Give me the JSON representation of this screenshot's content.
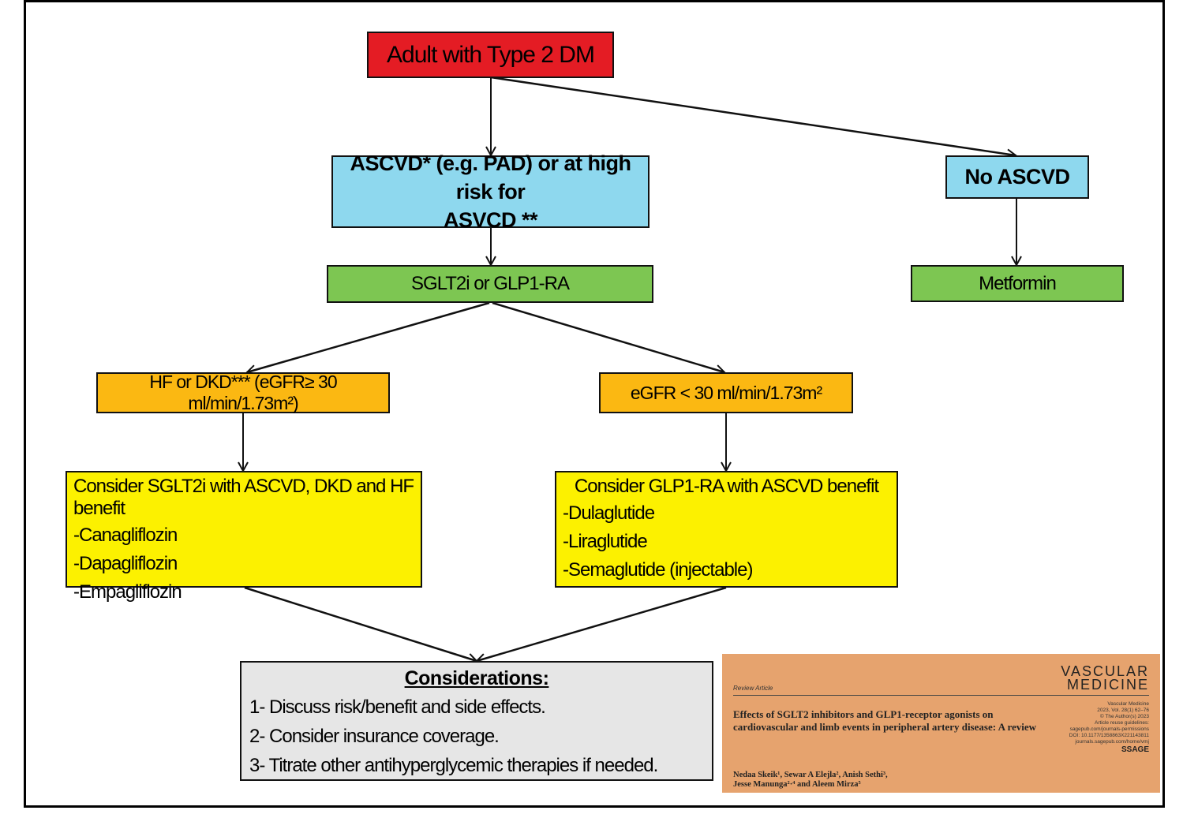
{
  "nodes": {
    "root": "Adult with Type 2 DM",
    "ascvd_line1": "ASCVD* (e.g. PAD) or at high risk for",
    "ascvd_line2": "ASVCD **",
    "no_ascvd": "No ASCVD",
    "sglt2_or_glp1": "SGLT2i or GLP1-RA",
    "metformin": "Metformin",
    "hf_dkd": "HF or DKD*** (eGFR≥ 30 ml/min/1.73m²)",
    "egfr_low": "eGFR < 30 ml/min/1.73m²",
    "sglt2_box": {
      "head": "Consider SGLT2i with ASCVD, DKD and HF benefit",
      "items": [
        "-Canagliflozin",
        "-Dapagliflozin",
        "-Empagliflozin"
      ]
    },
    "glp1_box": {
      "head": "Consider GLP1-RA with ASCVD benefit",
      "items": [
        "-Dulaglutide",
        "-Liraglutide",
        "-Semaglutide (injectable)"
      ]
    },
    "considerations": {
      "head": "Considerations:",
      "items": [
        "1- Discuss risk/benefit and side effects.",
        "2- Consider insurance coverage.",
        "3- Titrate other antihyperglycemic therapies if needed."
      ]
    }
  },
  "paper": {
    "journal_line1": "VASCULAR",
    "journal_line2": "MEDICINE",
    "article_type": "Review Article",
    "meta": [
      "Vascular Medicine",
      "2023, Vol. 28(1) 62–76",
      "© The Author(s) 2023",
      "Article reuse guidelines:",
      "sagepub.com/journals-permissions",
      "DOI: 10.1177/1358863X221143811",
      "journals.sagepub.com/home/vmj"
    ],
    "publisher": "SSAGE",
    "title": "Effects of SGLT2 inhibitors and GLP1-receptor agonists on cardiovascular and limb events in peripheral artery disease: A review",
    "authors_line1": "Nedaa Skeik¹, Sewar A Elejla², Anish Sethi³,",
    "authors_line2": "Jesse Manunga²·⁴ and Aleem Mirza⁵"
  },
  "colors": {
    "root": "#e41c24",
    "blue": "#8ed8ee",
    "green": "#7dc652",
    "orange": "#fbb812",
    "yellow": "#fcf100",
    "gray": "#e6e6e6",
    "paper": "#e6a36e"
  }
}
